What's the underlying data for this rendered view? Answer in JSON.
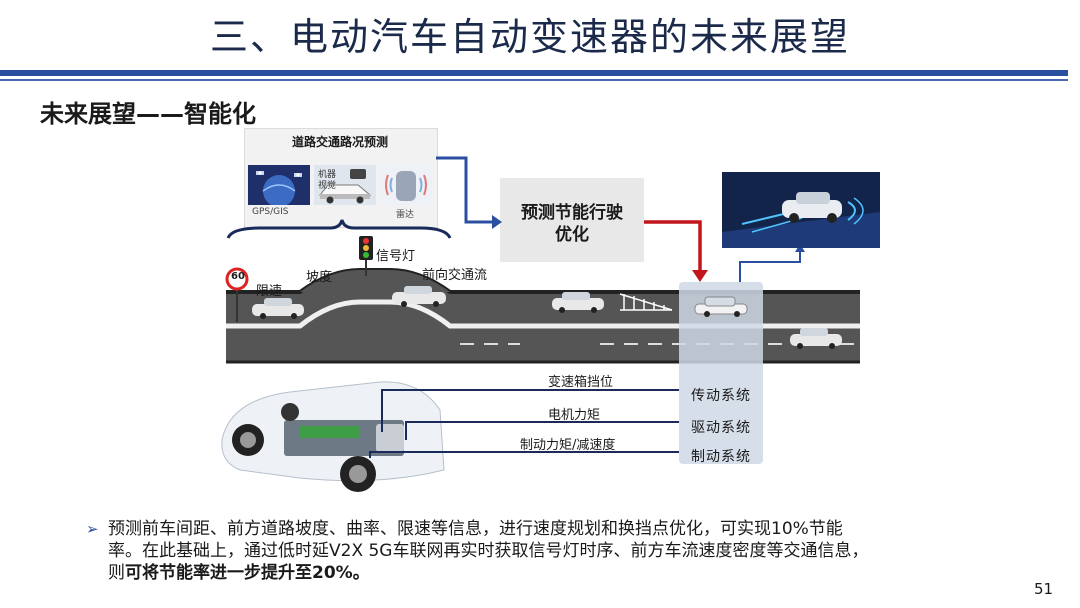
{
  "slide": {
    "title": "三、电动汽车自动变速器的未来展望",
    "subtitle": "未来展望——智能化",
    "page_number": "51"
  },
  "prediction_panel": {
    "label": "道路交通路况预测",
    "sources": [
      {
        "caption": "GPS/GIS",
        "icon": "satellite-globe-icon"
      },
      {
        "caption": "机器视觉",
        "icon": "camera-car-icon"
      },
      {
        "caption": "雷达",
        "icon": "radar-car-icon"
      }
    ]
  },
  "optimization": {
    "label_line1": "预测节能行驶",
    "label_line2": "优化"
  },
  "road": {
    "speed_limit_value": "60",
    "labels": {
      "speed_limit": "限速",
      "slope": "坡度",
      "traffic_light": "信号灯",
      "front_traffic": "前向交通流"
    }
  },
  "systems": [
    {
      "name": "传动系统",
      "signal": "变速箱挡位"
    },
    {
      "name": "驱动系统",
      "signal": "电机力矩"
    },
    {
      "name": "制动系统",
      "signal": "制动力矩/减速度"
    }
  ],
  "colors": {
    "accent_blue": "#2b4fa0",
    "arrow_red": "#c0161c",
    "road_gray": "#555555"
  },
  "bullet": {
    "line1": "预测前车间距、前方道路坡度、曲率、限速等信息，进行速度规划和换挡点优化，可实现10%节能",
    "line2": "率。在此基础上，通过低时延V2X 5G车联网再实时获取信号灯时序、前方车流速度密度等交通信息，",
    "line3_normal": "则",
    "line3_bold": "可将节能率进一步提升至20%。"
  }
}
